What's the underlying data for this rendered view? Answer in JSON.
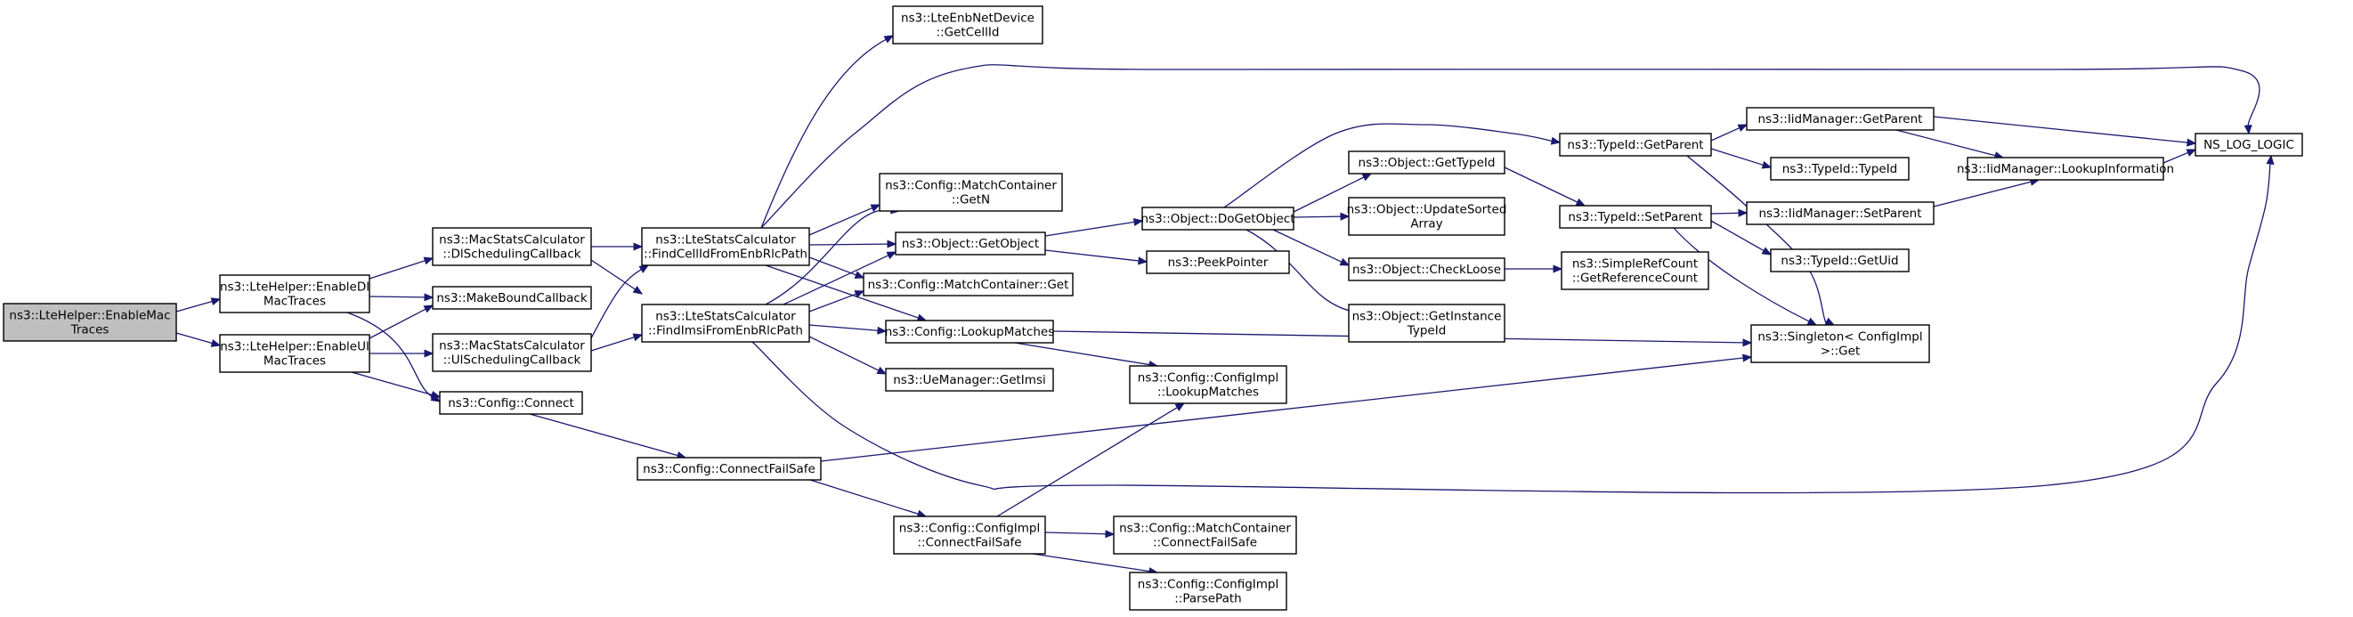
{
  "diagram": {
    "nodes": [
      {
        "id": "enableMac",
        "lines": [
          "ns3::LteHelper::EnableMac",
          "Traces"
        ],
        "root": true
      },
      {
        "id": "enableDl",
        "lines": [
          "ns3::LteHelper::EnableDl",
          "MacTraces"
        ]
      },
      {
        "id": "enableUl",
        "lines": [
          "ns3::LteHelper::EnableUl",
          "MacTraces"
        ]
      },
      {
        "id": "dlSched",
        "lines": [
          "ns3::MacStatsCalculator",
          "::DlSchedulingCallback"
        ]
      },
      {
        "id": "makeBound",
        "lines": [
          "ns3::MakeBoundCallback"
        ]
      },
      {
        "id": "ulSched",
        "lines": [
          "ns3::MacStatsCalculator",
          "::UlSchedulingCallback"
        ]
      },
      {
        "id": "configConnect",
        "lines": [
          "ns3::Config::Connect"
        ]
      },
      {
        "id": "findCellId",
        "lines": [
          "ns3::LteStatsCalculator",
          "::FindCellIdFromEnbRlcPath"
        ]
      },
      {
        "id": "findImsi",
        "lines": [
          "ns3::LteStatsCalculator",
          "::FindImsiFromEnbRlcPath"
        ]
      },
      {
        "id": "connectFailSafe",
        "lines": [
          "ns3::Config::ConnectFailSafe"
        ]
      },
      {
        "id": "getCellId",
        "lines": [
          "ns3::LteEnbNetDevice",
          "::GetCellId"
        ]
      },
      {
        "id": "mcGetN",
        "lines": [
          "ns3::Config::MatchContainer",
          "::GetN"
        ]
      },
      {
        "id": "objGetObject",
        "lines": [
          "ns3::Object::GetObject"
        ]
      },
      {
        "id": "mcGet",
        "lines": [
          "ns3::Config::MatchContainer::Get"
        ]
      },
      {
        "id": "lookupMatches",
        "lines": [
          "ns3::Config::LookupMatches"
        ]
      },
      {
        "id": "getImsi",
        "lines": [
          "ns3::UeManager::GetImsi"
        ]
      },
      {
        "id": "implConnectFailSafe",
        "lines": [
          "ns3::Config::ConfigImpl",
          "::ConnectFailSafe"
        ]
      },
      {
        "id": "doGetObject",
        "lines": [
          "ns3::Object::DoGetObject"
        ]
      },
      {
        "id": "peekPointer",
        "lines": [
          "ns3::PeekPointer"
        ]
      },
      {
        "id": "implLookupMatches",
        "lines": [
          "ns3::Config::ConfigImpl",
          "::LookupMatches"
        ]
      },
      {
        "id": "mcConnectFailSafe",
        "lines": [
          "ns3::Config::MatchContainer",
          "::ConnectFailSafe"
        ]
      },
      {
        "id": "parsePath",
        "lines": [
          "ns3::Config::ConfigImpl",
          "::ParsePath"
        ]
      },
      {
        "id": "objGetTypeId",
        "lines": [
          "ns3::Object::GetTypeId"
        ]
      },
      {
        "id": "updateSorted",
        "lines": [
          "ns3::Object::UpdateSorted",
          "Array"
        ]
      },
      {
        "id": "checkLoose",
        "lines": [
          "ns3::Object::CheckLoose"
        ]
      },
      {
        "id": "getInstanceTypeId",
        "lines": [
          "ns3::Object::GetInstance",
          "TypeId"
        ]
      },
      {
        "id": "typeIdGetParent",
        "lines": [
          "ns3::TypeId::GetParent"
        ]
      },
      {
        "id": "typeIdSetParent",
        "lines": [
          "ns3::TypeId::SetParent"
        ]
      },
      {
        "id": "getReferenceCount",
        "lines": [
          "ns3::SimpleRefCount",
          "::GetReferenceCount"
        ]
      },
      {
        "id": "iidGetParent",
        "lines": [
          "ns3::IidManager::GetParent"
        ]
      },
      {
        "id": "typeIdTypeId",
        "lines": [
          "ns3::TypeId::TypeId"
        ]
      },
      {
        "id": "iidSetParent",
        "lines": [
          "ns3::IidManager::SetParent"
        ]
      },
      {
        "id": "typeIdGetUid",
        "lines": [
          "ns3::TypeId::GetUid"
        ]
      },
      {
        "id": "singletonGet",
        "lines": [
          "ns3::Singleton< ConfigImpl",
          " >::Get"
        ]
      },
      {
        "id": "iidLookupInformation",
        "lines": [
          "ns3::IidManager::LookupInformation"
        ]
      },
      {
        "id": "nsLogLogic",
        "lines": [
          "NS_LOG_LOGIC"
        ]
      }
    ],
    "edges": [
      [
        "enableMac",
        "enableDl"
      ],
      [
        "enableMac",
        "enableUl"
      ],
      [
        "enableDl",
        "dlSched"
      ],
      [
        "enableDl",
        "makeBound"
      ],
      [
        "enableDl",
        "configConnect"
      ],
      [
        "enableUl",
        "makeBound"
      ],
      [
        "enableUl",
        "ulSched"
      ],
      [
        "enableUl",
        "configConnect"
      ],
      [
        "dlSched",
        "findCellId"
      ],
      [
        "dlSched",
        "findImsi"
      ],
      [
        "ulSched",
        "findCellId"
      ],
      [
        "ulSched",
        "findImsi"
      ],
      [
        "configConnect",
        "connectFailSafe"
      ],
      [
        "findCellId",
        "getCellId"
      ],
      [
        "findCellId",
        "mcGetN"
      ],
      [
        "findCellId",
        "objGetObject"
      ],
      [
        "findCellId",
        "mcGet"
      ],
      [
        "findCellId",
        "lookupMatches"
      ],
      [
        "findCellId",
        "nsLogLogic"
      ],
      [
        "findImsi",
        "mcGetN"
      ],
      [
        "findImsi",
        "objGetObject"
      ],
      [
        "findImsi",
        "mcGet"
      ],
      [
        "findImsi",
        "lookupMatches"
      ],
      [
        "findImsi",
        "getImsi"
      ],
      [
        "findImsi",
        "nsLogLogic"
      ],
      [
        "connectFailSafe",
        "singletonGet"
      ],
      [
        "connectFailSafe",
        "implConnectFailSafe"
      ],
      [
        "objGetObject",
        "doGetObject"
      ],
      [
        "objGetObject",
        "peekPointer"
      ],
      [
        "lookupMatches",
        "implLookupMatches"
      ],
      [
        "lookupMatches",
        "singletonGet"
      ],
      [
        "implConnectFailSafe",
        "implLookupMatches"
      ],
      [
        "implConnectFailSafe",
        "mcConnectFailSafe"
      ],
      [
        "implConnectFailSafe",
        "parsePath"
      ],
      [
        "doGetObject",
        "typeIdGetParent"
      ],
      [
        "doGetObject",
        "objGetTypeId"
      ],
      [
        "doGetObject",
        "updateSorted"
      ],
      [
        "doGetObject",
        "checkLoose"
      ],
      [
        "doGetObject",
        "getInstanceTypeId"
      ],
      [
        "objGetTypeId",
        "typeIdSetParent"
      ],
      [
        "checkLoose",
        "getReferenceCount"
      ],
      [
        "typeIdGetParent",
        "iidGetParent"
      ],
      [
        "typeIdGetParent",
        "typeIdTypeId"
      ],
      [
        "typeIdGetParent",
        "singletonGet"
      ],
      [
        "typeIdSetParent",
        "iidSetParent"
      ],
      [
        "typeIdSetParent",
        "typeIdGetUid"
      ],
      [
        "typeIdSetParent",
        "singletonGet"
      ],
      [
        "iidGetParent",
        "iidLookupInformation"
      ],
      [
        "iidGetParent",
        "nsLogLogic"
      ],
      [
        "iidSetParent",
        "iidLookupInformation"
      ],
      [
        "iidLookupInformation",
        "nsLogLogic"
      ]
    ]
  },
  "colors": {
    "edge": "#191970",
    "node_fill": "#ffffff",
    "root_fill": "#bfbfbf",
    "border": "#000000"
  }
}
